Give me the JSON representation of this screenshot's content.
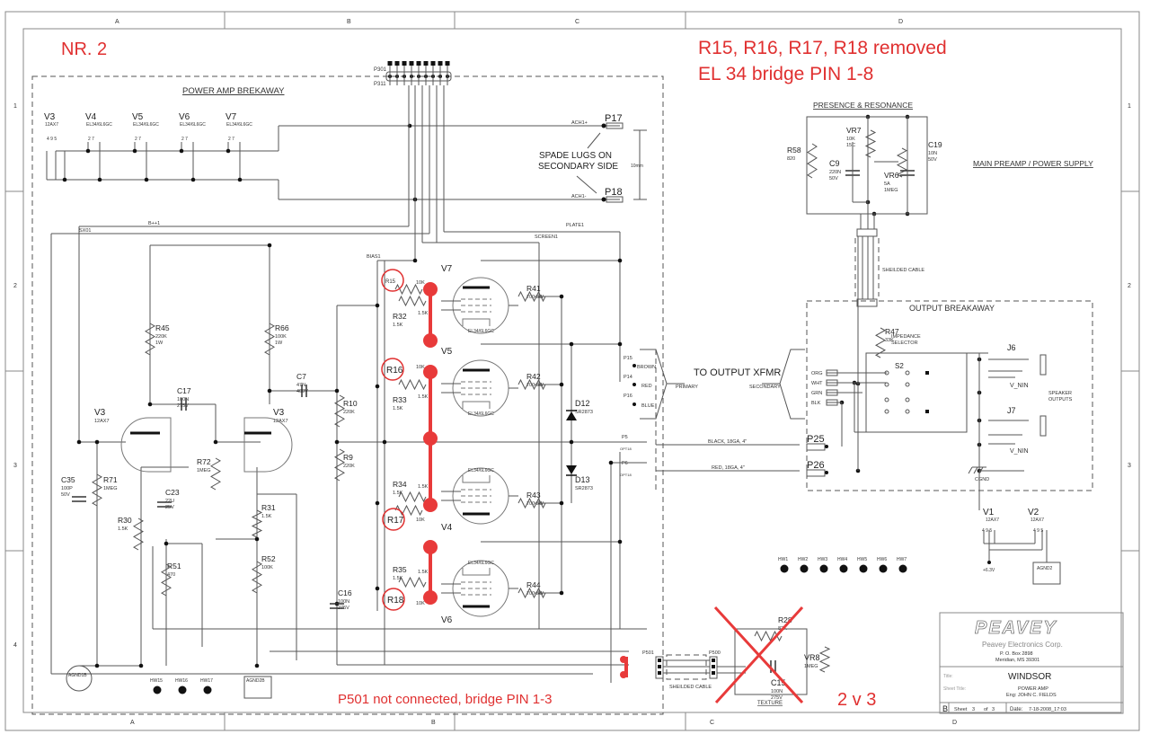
{
  "annotations": {
    "sheet_number": "NR. 2",
    "removed_note": "R15, R16, R17, R18 removed",
    "bridge_note": "EL 34 bridge PIN 1-8",
    "p501_note": "P501 not connected, bridge PIN 1-3",
    "version_note": "2 v 3",
    "circled": [
      "R15",
      "R16",
      "R17",
      "R18"
    ]
  },
  "grid": {
    "columns": [
      "A",
      "B",
      "C",
      "D"
    ],
    "rows": [
      "1",
      "2",
      "3",
      "4"
    ]
  },
  "sections": {
    "power_amp_breakaway": "POWER AMP BREKAWAY",
    "presence_resonance": "PRESENCE & RESONANCE",
    "main_preamp": "MAIN PREAMP / POWER SUPPLY",
    "output_breakaway": "OUTPUT BREAKAWAY",
    "to_output_xfmr": "TO OUTPUT XFMR",
    "primary": "PRIMARY",
    "secondary": "SECONDARY",
    "spade_lugs": [
      "SPADE LUGS ON",
      "SECONDARY SIDE"
    ],
    "shielded_cable": "SHEILDED CABLE",
    "impedance_selector": [
      "IMPEDANCE",
      "SELECTOR"
    ],
    "speaker_outputs": [
      "SPEAKER",
      "OUTPUTS"
    ],
    "texture": "TEXTURE"
  },
  "connectors": {
    "p301": "P301",
    "p311": "P311",
    "p17": "P17",
    "p18": "P18",
    "ach1_plus": "ACH1+",
    "ach1_minus": "ACH1-",
    "dim_10mm": "10mm",
    "p15": "P15",
    "p14": "P14",
    "p16": "P16",
    "brown": "BROWN",
    "red": "RED",
    "blue": "BLUE",
    "p5": "P5",
    "p6": "P6",
    "opt": "OPT18",
    "p25": "P25",
    "p26": "P26",
    "black_wire": "BLACK, 18GA, 4\"",
    "red_wire": "RED, 18GA, 4\"",
    "p501": "P501",
    "p500": "P500",
    "org": "ORG",
    "wht": "WHT",
    "grn": "GRN",
    "blk": "BLK",
    "j6": "J6",
    "j7": "J7",
    "v_nin": "V_NIN",
    "cgnd": "CGND",
    "s2": "S2"
  },
  "nets": {
    "b_plus": "B++1",
    "sx01": "SX01",
    "bias": "BIAS1",
    "screen": "SCREEN1",
    "plate": "PLATE1"
  },
  "heaters": [
    {
      "ref": "V3",
      "type": "12AX7",
      "pins": "4 9 5"
    },
    {
      "ref": "V4",
      "type": "EL34/6L6GC",
      "pins": "2 7"
    },
    {
      "ref": "V5",
      "type": "EL34/6L6GC",
      "pins": "2 7"
    },
    {
      "ref": "V6",
      "type": "EL34/6L6GC",
      "pins": "2 7"
    },
    {
      "ref": "V7",
      "type": "EL34/6L6GC",
      "pins": "2 7"
    }
  ],
  "preamp_heaters": [
    {
      "ref": "V1",
      "type": "12AX7",
      "pins": "4 9 5"
    },
    {
      "ref": "V2",
      "type": "12AX7",
      "pins": "4 9 5"
    }
  ],
  "supply_label": "+6.3V",
  "components": {
    "r45": [
      "R45",
      "220K",
      "1W"
    ],
    "r66": [
      "R66",
      "100K",
      "1W"
    ],
    "c17": [
      "C17",
      "100N",
      "275V"
    ],
    "c7": [
      "C7",
      "47N",
      "400V"
    ],
    "r10": [
      "R10",
      "220K"
    ],
    "r9": [
      "R9",
      "220K"
    ],
    "r72": [
      "R72",
      "1MEG"
    ],
    "r71": [
      "R71",
      "1MEG"
    ],
    "c35": [
      "C35",
      "100P",
      "50V"
    ],
    "r30": [
      "R30",
      "1.5K"
    ],
    "c23": [
      "C23",
      "22U",
      "25V"
    ],
    "r51": [
      "R51",
      "470"
    ],
    "r31": [
      "R31",
      "1.5K"
    ],
    "r52": [
      "R52",
      "100K"
    ],
    "c16": [
      "C16",
      "100N",
      "275V"
    ],
    "v3a": [
      "V3",
      "12AX7"
    ],
    "v3b": [
      "V3",
      "12AX7"
    ],
    "r32": [
      "R32",
      "1.5K"
    ],
    "r33": [
      "R33",
      "1.5K"
    ],
    "r34": [
      "R34",
      "1.5K"
    ],
    "r35": [
      "R35",
      "1.5K"
    ],
    "r_10k": "10K",
    "v7": [
      "V7",
      "EL34/6L6GC"
    ],
    "v5": [
      "V5",
      "EL34/6L6GC"
    ],
    "v4": [
      "V4",
      "EL34/6L6GC"
    ],
    "v6": [
      "V6",
      "EL34/6L6GC"
    ],
    "r41": [
      "R41",
      "700  5W"
    ],
    "r42": [
      "R42",
      "700  5W"
    ],
    "r43": [
      "R43",
      "700  5W"
    ],
    "r44": [
      "R44",
      "700  5W"
    ],
    "d12": [
      "D12",
      "SR2873"
    ],
    "d13": [
      "D13",
      "SR2873"
    ],
    "r58": [
      "R58",
      "820"
    ],
    "vr7": [
      "VR7",
      "10K",
      "15C"
    ],
    "c9": [
      "C9",
      "220N",
      "50V"
    ],
    "vr6": [
      "VR6",
      "5A",
      "1MEG"
    ],
    "c19": [
      "C19",
      "10N",
      "50V"
    ],
    "r47": [
      "R47",
      "33K"
    ],
    "r28": [
      "R28",
      "82K"
    ],
    "c15": [
      "C15",
      "100N",
      "275V"
    ],
    "vr8": [
      "VR8",
      "1MEG"
    ]
  },
  "grounds": [
    "AGND1B",
    "AGND2B",
    "AGND2"
  ],
  "hardware": {
    "left": [
      "HW15",
      "HW16",
      "HW17"
    ],
    "right": [
      "HW1",
      "HW2",
      "HW3",
      "HW4",
      "HW5",
      "HW6",
      "HW7"
    ]
  },
  "title_block": {
    "logo": "PEAVEY",
    "company": "Peavey Electronics Corp.",
    "address1": "P. O. Box 2898",
    "address2": "Meridian, MS 39301",
    "title_label": "Title:",
    "title": "WINDSOR",
    "sheet_title_label": "Sheet Title:",
    "sheet_title": "POWER AMP",
    "engineer": "Eng: JOHN C. FIELDS",
    "size": "B",
    "sheet_label": "Sheet",
    "sheet": "3",
    "of_label": "of",
    "of": "3",
    "date_label": "Date:",
    "date": "7-18-2008_17:03"
  }
}
